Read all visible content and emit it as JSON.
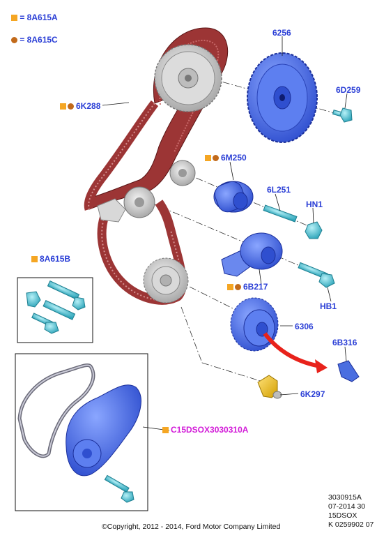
{
  "legend": [
    {
      "marker": "square",
      "label": "= 8A615A"
    },
    {
      "marker": "circle",
      "label": "= 8A615C"
    }
  ],
  "callouts": {
    "p6256": "6256",
    "p6d259": "6D259",
    "p6k288": "6K288",
    "p6m250": "6M250",
    "p6l251": "6L251",
    "hn1": "HN1",
    "p8a615b": "8A615B",
    "p6b217": "6B217",
    "hb1": "HB1",
    "p6306": "6306",
    "p6b316": "6B316",
    "p6k297": "6K297",
    "c15": "C15DSOX3030310A"
  },
  "info_lines": [
    "3030915A",
    "07-2014 30",
    "15DSOX",
    "K 0259902 07"
  ],
  "copyright": "©Copyright, 2012 - 2014, Ford Motor Company Limited",
  "colors": {
    "label_blue": "#2b3fd6",
    "label_magenta": "#d21bd8",
    "square_marker": "#f5a623",
    "circle_marker": "#c26a1a",
    "belt": "#8b2f2f",
    "part_blue": "#4a6ee0",
    "part_cyan": "#4ec6d8",
    "part_yellow": "#f2c318",
    "arrow_red": "#e8221b"
  }
}
